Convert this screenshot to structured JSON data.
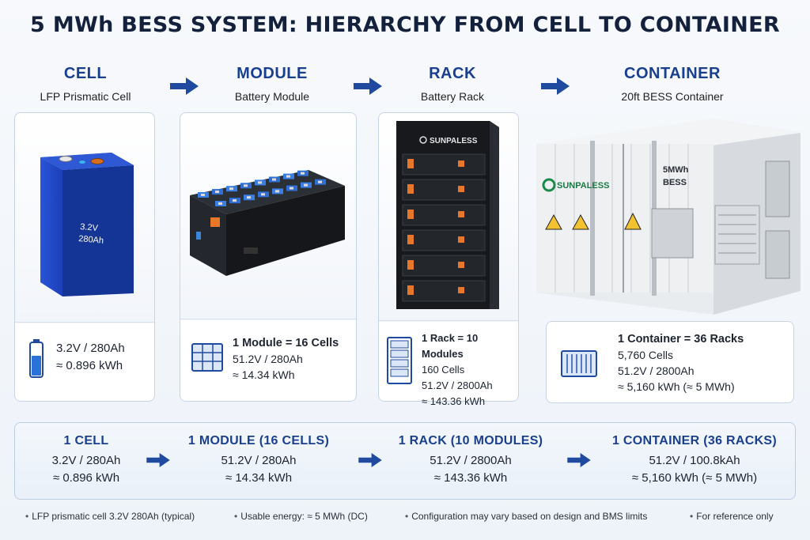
{
  "title": "5 MWh BESS SYSTEM: HIERARCHY FROM CELL TO CONTAINER",
  "stages": [
    {
      "name": "CELL",
      "subtitle": "LFP Prismatic Cell"
    },
    {
      "name": "MODULE",
      "subtitle": "Battery Module"
    },
    {
      "name": "RACK",
      "subtitle": "Battery Rack"
    },
    {
      "name": "CONTAINER",
      "subtitle": "20ft BESS Container"
    }
  ],
  "cell_image": {
    "voltage": "3.2V",
    "capacity": "280Ah"
  },
  "rack_image": {
    "brand": "SUNPALESS"
  },
  "container_image": {
    "brand": "SUNPALESS",
    "label_line1": "5MWh",
    "label_line2": "BESS"
  },
  "cards": {
    "cell": {
      "line1": "3.2V / 280Ah",
      "line2": "≈ 0.896 kWh"
    },
    "module": {
      "line1": "1 Module = 16 Cells",
      "line2": "51.2V / 280Ah",
      "line3": "≈ 14.34 kWh"
    },
    "rack": {
      "line1": "1 Rack = 10 Modules",
      "line2": "160 Cells",
      "line3": "51.2V / 2800Ah",
      "line4": "≈ 143.36 kWh"
    },
    "container": {
      "line1": "1 Container = 36 Racks",
      "line2": "5,760 Cells",
      "line3": "51.2V / 2800Ah",
      "line4": "≈ 5,160 kWh (≈ 5 MWh)"
    }
  },
  "summary": [
    {
      "title": "1 CELL",
      "line1": "3.2V / 280Ah",
      "line2": "≈ 0.896 kWh"
    },
    {
      "title": "1 MODULE (16 CELLS)",
      "line1": "51.2V / 280Ah",
      "line2": "≈ 14.34 kWh"
    },
    {
      "title": "1 RACK (10 MODULES)",
      "line1": "51.2V / 2800Ah",
      "line2": "≈ 143.36 kWh"
    },
    {
      "title": "1 CONTAINER (36 RACKS)",
      "line1": "51.2V / 100.8kAh",
      "line2": "≈ 5,160 kWh (≈ 5 MWh)"
    }
  ],
  "footer": [
    "LFP prismatic cell 3.2V 280Ah (typical)",
    "Usable energy: ≈ 5 MWh (DC)",
    "Configuration may vary based on design and BMS limits",
    "For reference only"
  ],
  "colors": {
    "accent": "#1a3f8f",
    "arrow": "#1f4aa0",
    "cell_blue": "#1f4fd0"
  }
}
